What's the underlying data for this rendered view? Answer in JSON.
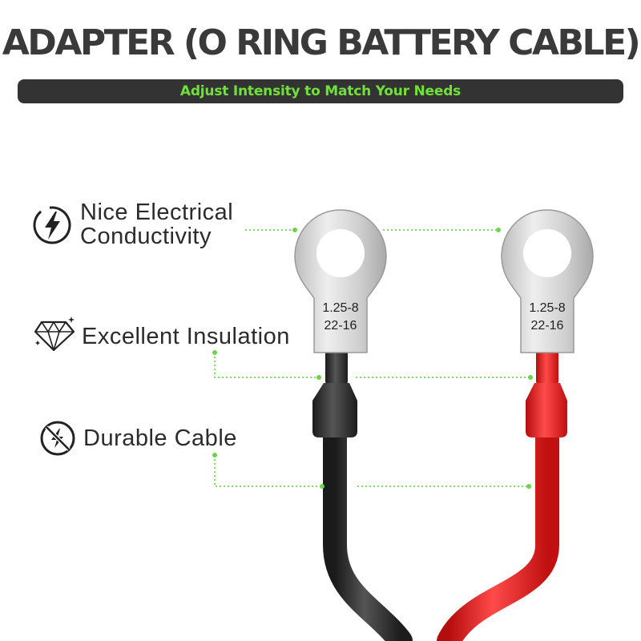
{
  "title": "ADAPTER (O RING BATTERY CABLE)",
  "subtitle": "Adjust Intensity to Match Your Needs",
  "features": [
    {
      "label_line1": "Nice Electrical",
      "label_line2": "Conductivity",
      "icon": "lightning-bolt-icon"
    },
    {
      "label": "Excellent Insulation",
      "icon": "diamond-icon"
    },
    {
      "label": "Durable Cable",
      "icon": "no-lightning-icon"
    }
  ],
  "terminals": [
    {
      "color": "black",
      "spec_line1": "1.25-8",
      "spec_line2": "22-16"
    },
    {
      "color": "red",
      "spec_line1": "1.25-8",
      "spec_line2": "22-16"
    }
  ],
  "colors": {
    "title": "#3a3a3a",
    "banner_bg": "#333333",
    "banner_text": "#6fe23a",
    "leader_line": "#7be35a",
    "black_cable": "#2a2a2a",
    "red_cable": "#e01818",
    "ring_metal": "#d9d9d9"
  }
}
